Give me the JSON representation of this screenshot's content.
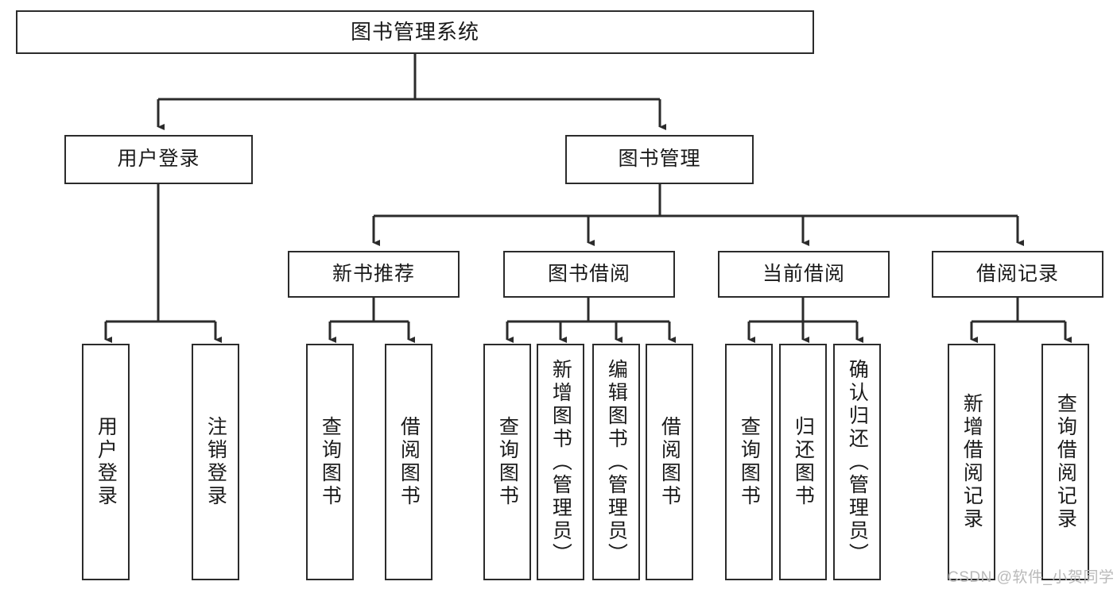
{
  "diagram": {
    "title": "图书管理系统",
    "type": "tree-hierarchy",
    "watermark": "CSDN @软件_小贺同学",
    "colors": {
      "box_border": "#2b2b2b",
      "box_fill": "#ffffff",
      "edge": "#2b2b2b",
      "text": "#1a1a1a",
      "watermark": "#b9b9b9",
      "background": "#ffffff"
    },
    "nodes": {
      "root": {
        "label": "图书管理系统"
      },
      "level2": [
        {
          "id": "user-login",
          "label": "用户登录"
        },
        {
          "id": "book-management",
          "label": "图书管理"
        }
      ],
      "level3": [
        {
          "id": "new-book-recommend",
          "label": "新书推荐"
        },
        {
          "id": "book-borrow",
          "label": "图书借阅"
        },
        {
          "id": "current-borrow",
          "label": "当前借阅"
        },
        {
          "id": "borrow-record",
          "label": "借阅记录"
        }
      ],
      "leaves": {
        "user_login": [
          {
            "id": "leaf-user-login",
            "label": "用户登录"
          },
          {
            "id": "leaf-logout-login",
            "label": "注销登录"
          }
        ],
        "new_book_recommend": [
          {
            "id": "leaf-query-book-1",
            "label": "查询图书"
          },
          {
            "id": "leaf-borrow-book-1",
            "label": "借阅图书"
          }
        ],
        "book_borrow": [
          {
            "id": "leaf-query-book-2",
            "label": "查询图书"
          },
          {
            "id": "leaf-add-book",
            "label": "新增图书（管理员）"
          },
          {
            "id": "leaf-edit-book",
            "label": "编辑图书（管理员）"
          },
          {
            "id": "leaf-borrow-book-2",
            "label": "借阅图书"
          }
        ],
        "current_borrow": [
          {
            "id": "leaf-query-book-3",
            "label": "查询图书"
          },
          {
            "id": "leaf-return-book",
            "label": "归还图书"
          },
          {
            "id": "leaf-confirm-return",
            "label": "确认归还（管理员）"
          }
        ],
        "borrow_record": [
          {
            "id": "leaf-add-record",
            "label": "新增借阅记录"
          },
          {
            "id": "leaf-query-record",
            "label": "查询借阅记录"
          }
        ]
      }
    }
  }
}
